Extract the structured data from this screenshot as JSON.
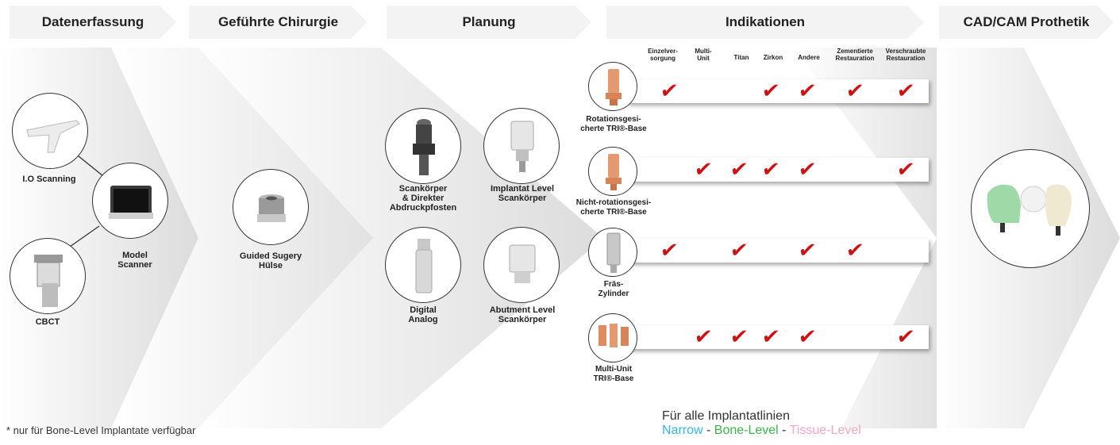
{
  "headers": [
    "Datenerfassung",
    "Geführte Chirurgie",
    "Planung",
    "Indikationen",
    "CAD/CAM Prothetik"
  ],
  "data_capture": {
    "io_scanning": "I.O Scanning",
    "model_scanner": "Model\nScanner",
    "cbct": "CBCT"
  },
  "guided": {
    "sleeve": "Guided Sugery\nHülse"
  },
  "planning": {
    "scanbody": "Scankörper\n& Direkter\nAbdruckpfosten",
    "implant_level": "Implantat Level\nScankörper",
    "digital_analog": "Digital\nAnalog",
    "abutment_level": "Abutment Level\nScankörper"
  },
  "indications": {
    "columns": [
      "Einzelver-\nsorgung",
      "Multi-\nUnit",
      "Titan",
      "Zirkon",
      "Andere",
      "Zementierte\nRestauration",
      "Verschraubte\nRestauration"
    ],
    "rows": [
      {
        "label": "Rotationsgesi-\ncherte TRI®-Base",
        "checks": [
          true,
          false,
          false,
          true,
          true,
          true,
          true
        ]
      },
      {
        "label": "Nicht-rotationsgesi-\ncherte TRI®-Base",
        "checks": [
          false,
          true,
          true,
          true,
          true,
          false,
          true
        ]
      },
      {
        "label": "Fräs-\nZylinder",
        "checks": [
          true,
          false,
          true,
          false,
          true,
          true,
          false
        ]
      },
      {
        "label": "Multi-Unit\nTRI®-Base",
        "checks": [
          false,
          true,
          true,
          true,
          true,
          false,
          true
        ]
      }
    ],
    "check_symbol": "✔"
  },
  "footnote": "* nur für Bone-Level Implantate verfügbar",
  "implant_lines": {
    "title": "Für alle Implantatlinien",
    "narrow": "Narrow",
    "sep1": " - ",
    "bone": "Bone-Level",
    "sep2": " - ",
    "tissue": "Tissue-Level",
    "colors": {
      "narrow": "#35b6e6",
      "bone": "#3cb44b",
      "tissue": "#f0a8c0"
    }
  },
  "colors": {
    "check": "#d01010",
    "header_bg": "#f3f3f3"
  }
}
